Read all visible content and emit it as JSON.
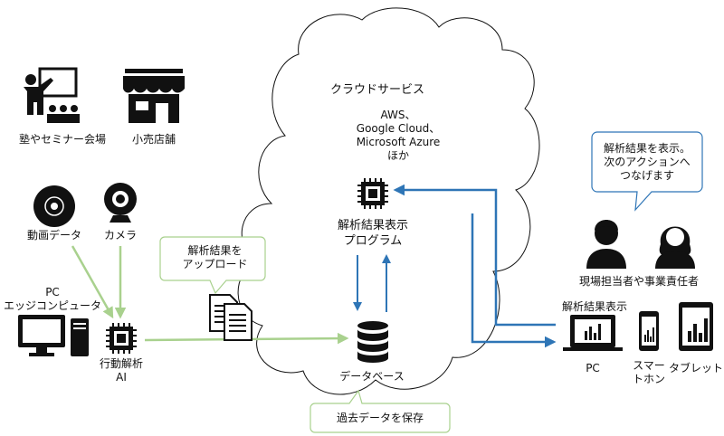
{
  "colors": {
    "arrow_green": "#a9d18e",
    "arrow_blue": "#2e75b6",
    "callout_green_border": "#a9d18e",
    "callout_blue_border": "#2e75b6",
    "icon": "#111111"
  },
  "sources": {
    "juku": "塾やセミナー会場",
    "shop": "小売店舗",
    "video": "動画データ",
    "camera": "カメラ",
    "pc_edge": "PC\nエッジコンピューター",
    "ai": "行動解析\nAI"
  },
  "upload_callout": "解析結果を\nアップロード",
  "cloud": {
    "title": "クラウドサービス",
    "providers": "AWS、\nGoogle Cloud、\nMicrosoft Azure\nほか",
    "program": "解析結果表示\nプログラム",
    "database": "データベース",
    "store_callout": "過去データを保存"
  },
  "people": {
    "display_callout": "解析結果を表示。\n次のアクションへ\nつなげます",
    "managers": "現場担当者や事業責任者"
  },
  "devices": {
    "display_label": "解析結果表示",
    "pc": "PC",
    "smartphone": "スマー\nトホン",
    "tablet": "タブレット"
  }
}
